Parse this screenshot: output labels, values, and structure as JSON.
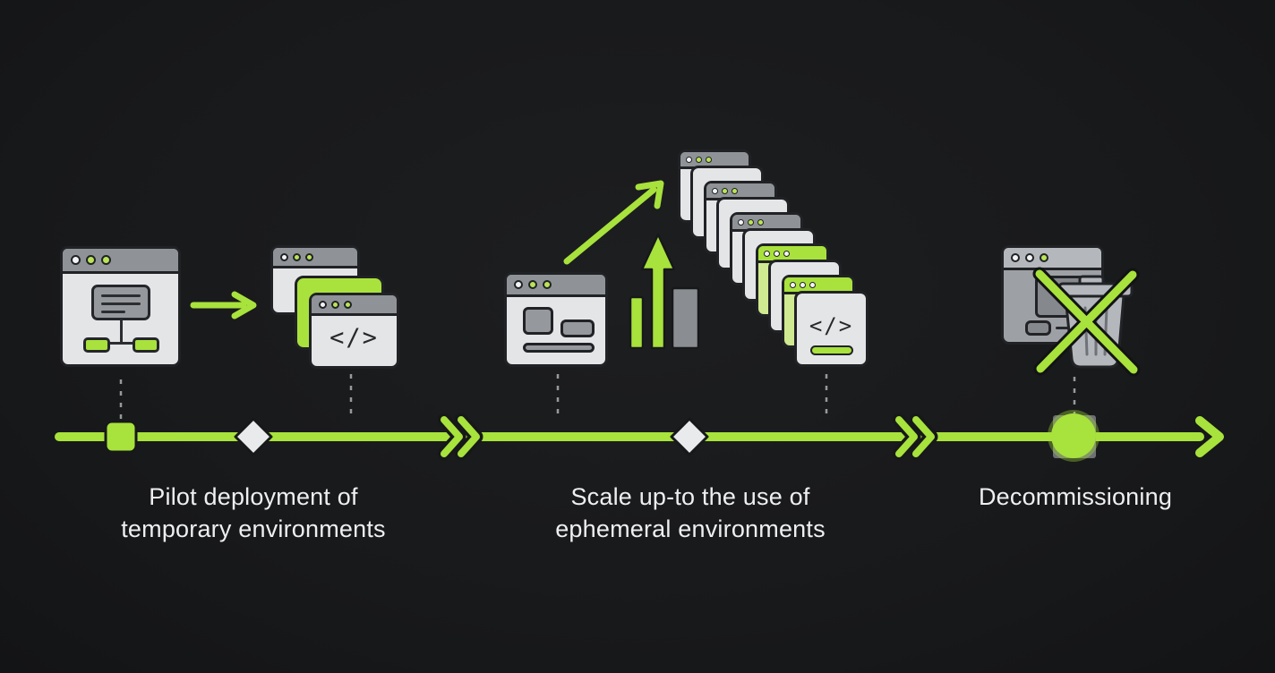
{
  "diagram": {
    "type": "timeline-infographic",
    "theme": "dark",
    "stages": [
      {
        "id": "pilot",
        "label_lines": [
          "Pilot deployment of",
          "temporary environments"
        ],
        "icon": "flowchart-window-to-window-stack"
      },
      {
        "id": "scale",
        "label_lines": [
          "Scale up-to the use of",
          "ephemeral environments"
        ],
        "icon": "window-growth-chart-window-cascade"
      },
      {
        "id": "decommission",
        "label_lines": [
          "Decommissioning",
          ""
        ],
        "icon": "window-trash-crossed-out"
      }
    ],
    "timeline": {
      "direction": "left-to-right",
      "markers": [
        {
          "type": "square",
          "color": "green"
        },
        {
          "type": "diamond",
          "color": "white"
        },
        {
          "type": "diamond",
          "color": "white"
        },
        {
          "type": "circle",
          "color": "green"
        }
      ],
      "separators": "double-chevron",
      "end": "arrowhead"
    }
  },
  "glyphs": {
    "code": "</>"
  },
  "colors": {
    "background": "#18191b",
    "accent_green": "#a8e23c",
    "window_header_gray": "#8f9296",
    "window_body_light": "#e3e5e7",
    "muted_window_body": "#9da0a4",
    "outline_dark": "#202225",
    "label_text": "#edeff1",
    "diamond_fill": "#e8eaec",
    "dashed_connector": "#98999c"
  }
}
